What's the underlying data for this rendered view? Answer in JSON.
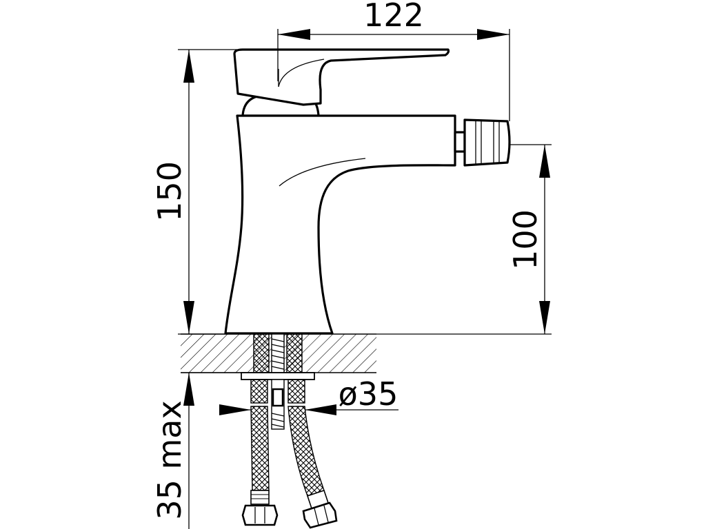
{
  "dimensions": {
    "width_label": "122",
    "height_label": "150",
    "spout_height_label": "100",
    "diameter_label": "ø35",
    "max_thickness_label": "35 max"
  }
}
